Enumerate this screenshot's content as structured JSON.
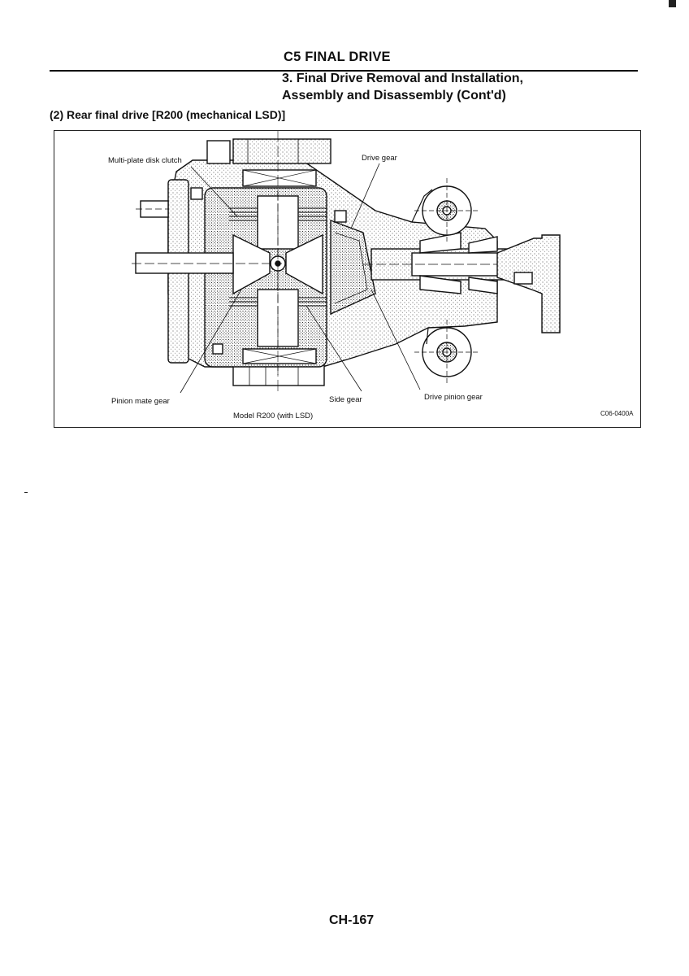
{
  "header": {
    "chapter_title": "C5 FINAL DRIVE",
    "section_title_line1": "3. Final Drive Removal and Installation,",
    "section_title_line2": "Assembly and Disassembly (Cont'd)"
  },
  "subsection_title": "(2) Rear final drive [R200 (mechanical LSD)]",
  "figure": {
    "labels": {
      "multi_plate_disk_clutch": "Multi-plate disk clutch",
      "drive_gear": "Drive gear",
      "pinion_mate_gear": "Pinion mate gear",
      "side_gear": "Side gear",
      "drive_pinion_gear": "Drive pinion gear"
    },
    "caption": "Model R200 (with LSD)",
    "figure_code": "C06-0400A"
  },
  "footer": {
    "page_number": "CH-167"
  }
}
